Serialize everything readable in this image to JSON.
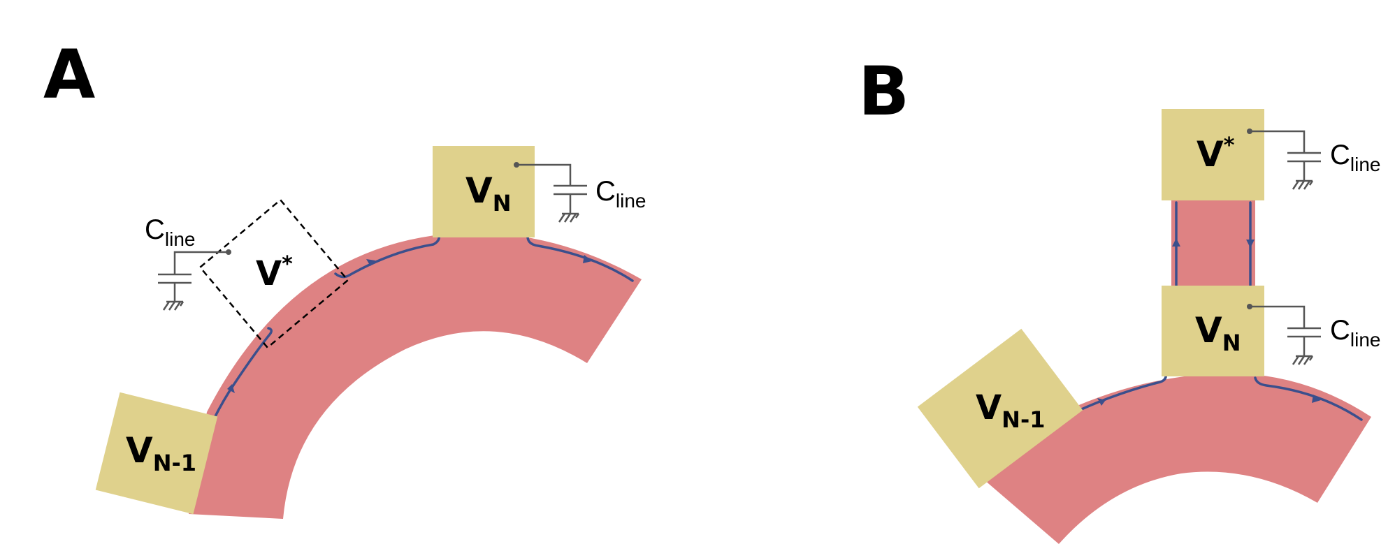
{
  "panels": {
    "a": {
      "label": "A",
      "gates": {
        "vn1": {
          "main": "V",
          "sub": "N-1"
        },
        "vn": {
          "main": "V",
          "sub": "N"
        },
        "vstar": {
          "main": "V",
          "sup": "*"
        }
      },
      "caps": [
        {
          "main": "C",
          "sub": "line"
        },
        {
          "main": "C",
          "sub": "line"
        }
      ]
    },
    "b": {
      "label": "B",
      "gates": {
        "vstar": {
          "main": "V",
          "sup": "*"
        },
        "vn": {
          "main": "V",
          "sub": "N"
        },
        "vn1": {
          "main": "V",
          "sub": "N-1"
        }
      },
      "caps": [
        {
          "main": "C",
          "sub": "line"
        },
        {
          "main": "C",
          "sub": "line"
        }
      ]
    }
  },
  "colors": {
    "gate": "#dfd18c",
    "channel": "#de8283",
    "edge_state": "#3b4f8c",
    "wire": "#555555"
  }
}
